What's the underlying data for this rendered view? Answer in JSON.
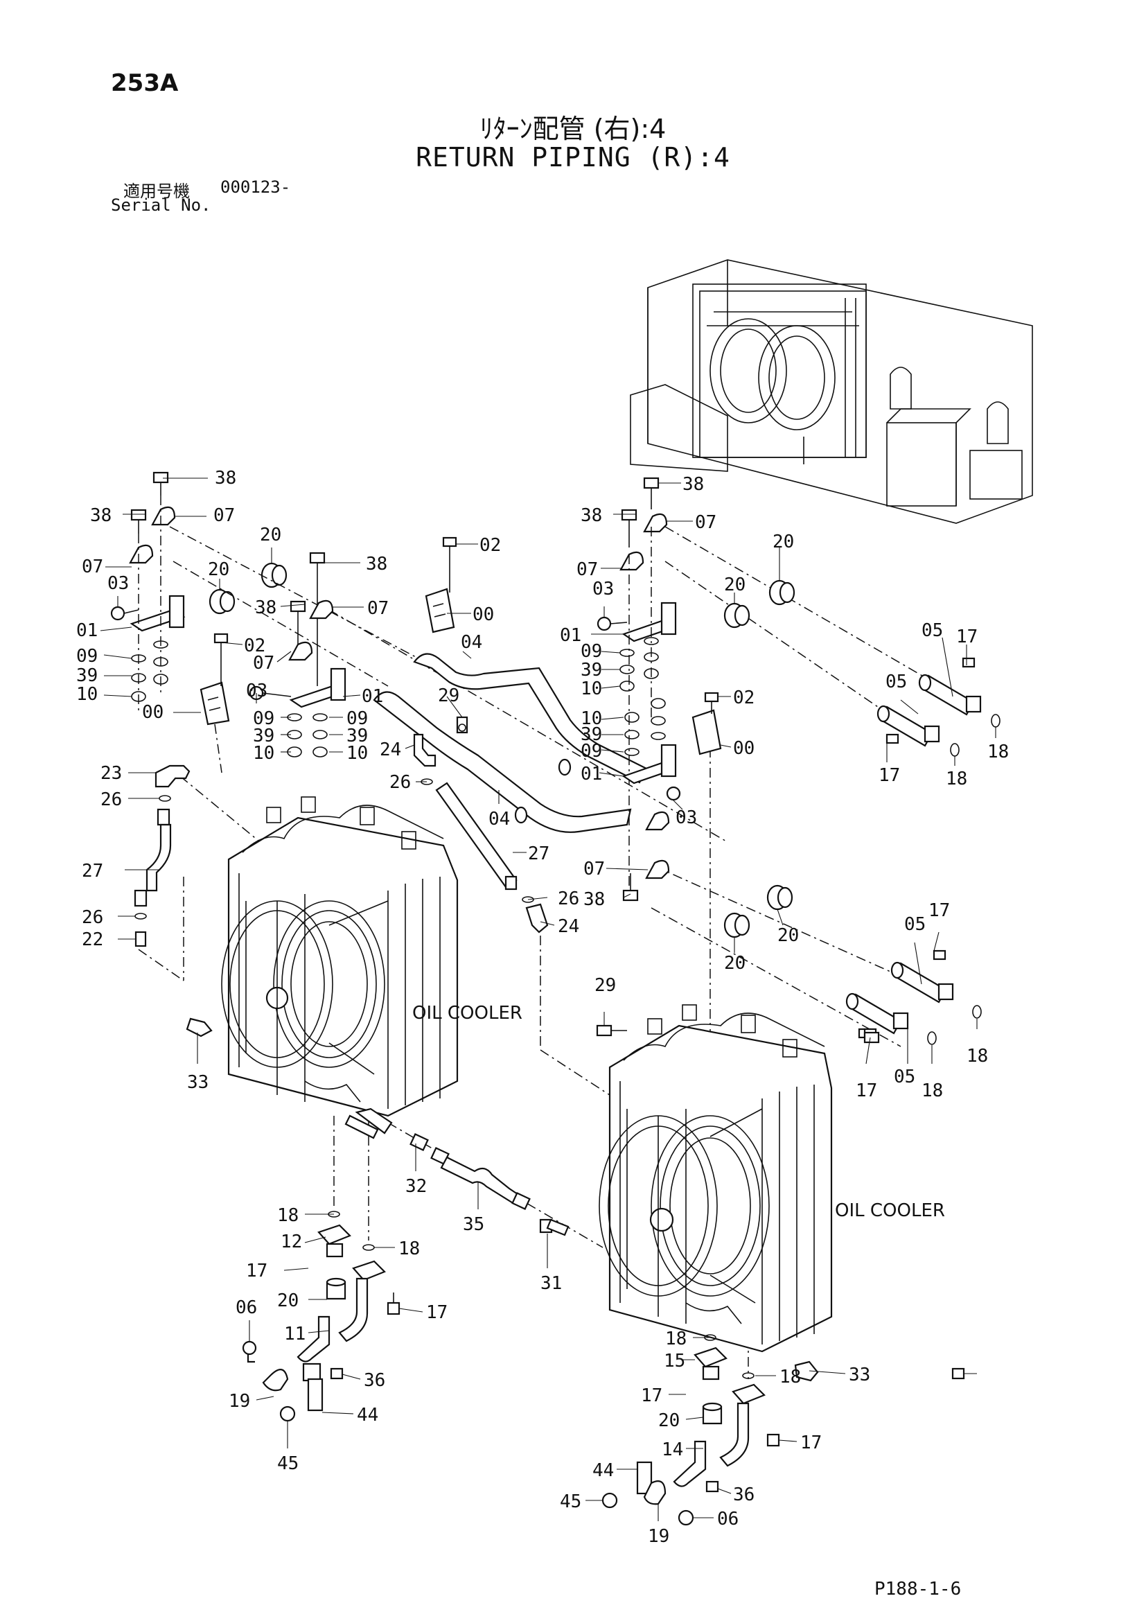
{
  "header": {
    "page_number": "253A",
    "title_jp": "ﾘﾀｰﾝ配管 (右):4",
    "title_en": "RETURN PIPING (R):4",
    "serial_label_jp": "適用号機",
    "serial_value": "000123-",
    "serial_label_en": "Serial No."
  },
  "labels": {
    "oil_cooler_left": "OIL COOLER",
    "oil_cooler_right": "OIL COOLER"
  },
  "callouts": {
    "c_38_a": "38",
    "c_38_b": "38",
    "c_07_a": "07",
    "c_07_b": "07",
    "c_03_a": "03",
    "c_01_a": "01",
    "c_09_a": "09",
    "c_39_a": "39",
    "c_10_a": "10",
    "c_00_a": "00",
    "c_20_a": "20",
    "c_20_b": "20",
    "c_38_c": "38",
    "c_38_d": "38",
    "c_07_c": "07",
    "c_07_d": "07",
    "c_02_a": "02",
    "c_03_b": "03",
    "c_01_b": "01",
    "c_09_b": "09",
    "c_09_c": "09",
    "c_39_b": "39",
    "c_39_c": "39",
    "c_10_b": "10",
    "c_10_c": "10",
    "c_02_b": "02",
    "c_00_b": "00",
    "c_04_a": "04",
    "c_29_a": "29",
    "c_24_a": "24",
    "c_26_a": "26",
    "c_04_b": "04",
    "c_27_a": "27",
    "c_26_b": "26",
    "c_24_b": "24",
    "c_23": "23",
    "c_26_c": "26",
    "c_27_b": "27",
    "c_26_d": "26",
    "c_22": "22",
    "c_33_a": "33",
    "c_38_e": "38",
    "c_38_f": "38",
    "c_07_e": "07",
    "c_07_f": "07",
    "c_03_c": "03",
    "c_01_c": "01",
    "c_09_d": "09",
    "c_39_d": "39",
    "c_10_d": "10",
    "c_20_c": "20",
    "c_20_d": "20",
    "c_05_a": "05",
    "c_05_b": "05",
    "c_17_a": "17",
    "c_17_b": "17",
    "c_18_a": "18",
    "c_18_b": "18",
    "c_02_c": "02",
    "c_10_e": "10",
    "c_39_e": "39",
    "c_09_e": "09",
    "c_01_d": "01",
    "c_00_c": "00",
    "c_03_d": "03",
    "c_07_g": "07",
    "c_38_g": "38",
    "c_20_e": "20",
    "c_20_f": "20",
    "c_05_c": "05",
    "c_17_c": "17",
    "c_18_c": "18",
    "c_29_b": "29",
    "c_17_d": "17",
    "c_05_d": "05",
    "c_18_d": "18",
    "c_18_e": "18",
    "c_12": "12",
    "c_17_e": "17",
    "c_18_f": "18",
    "c_20_g": "20",
    "c_17_f": "17",
    "c_06_a": "06",
    "c_11": "11",
    "c_36_a": "36",
    "c_19_a": "19",
    "c_44_a": "44",
    "c_45_a": "45",
    "c_32": "32",
    "c_35": "35",
    "c_31": "31",
    "c_18_g": "18",
    "c_15": "15",
    "c_18_h": "18",
    "c_33_b": "33",
    "c_17_g": "17",
    "c_20_h": "20",
    "c_17_h": "17",
    "c_14": "14",
    "c_44_b": "44",
    "c_36_b": "36",
    "c_45_b": "45",
    "c_06_b": "06",
    "c_19_b": "19"
  },
  "footer": {
    "drawing_code": "P188-1-6"
  }
}
